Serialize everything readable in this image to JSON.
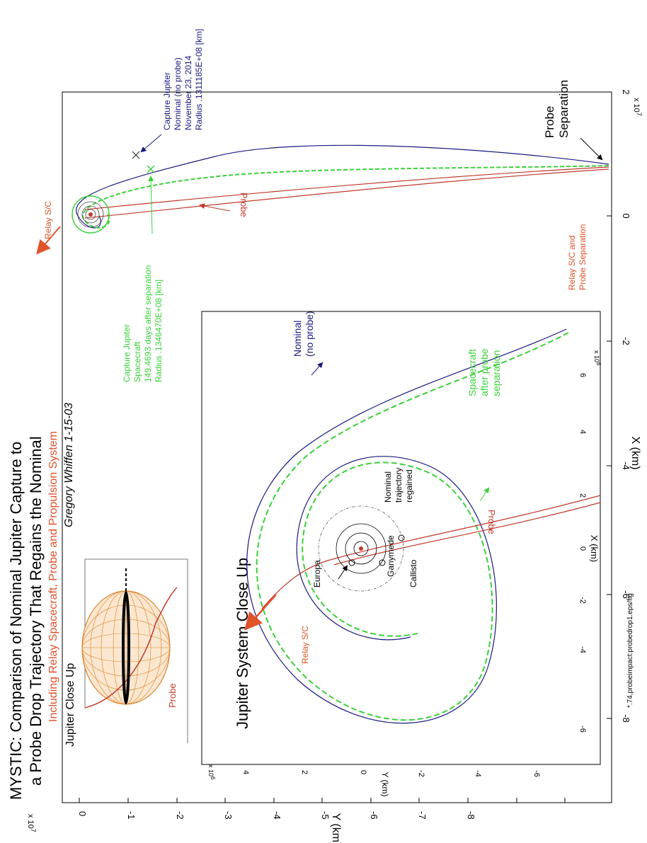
{
  "title_line1": "MYSTIC: Comparison of Nominal Jupiter Capture to",
  "title_line2": "a Probe Drop Trajectory That Regains the Nominal",
  "subtitle_including": "Including ",
  "subtitle_relay": "Relay Spacecraft",
  "subtitle_comma": ", ",
  "subtitle_probe": "Probe",
  "subtitle_and": " and ",
  "subtitle_propulsion": "Propulsion System",
  "author": "Gregory Whiffen 1-15-03",
  "main_plot": {
    "x_label": "X (km)",
    "y_label": "Y (km)",
    "x_ticks": [
      "-8",
      "-6",
      "-4",
      "-2",
      "0",
      "2"
    ],
    "y_ticks": [
      "0",
      "-1",
      "-2",
      "-3",
      "-4",
      "-5",
      "-6",
      "-7",
      "-8"
    ],
    "x_exponent": "x 10",
    "x_exponent_power": "7",
    "y_exponent": "x 10",
    "y_exponent_power": "7"
  },
  "annotations": {
    "probe_separation_1": "Probe",
    "probe_separation_2": "Separation",
    "capture_nominal_1": "Capture Jupiter",
    "capture_nominal_2": "Nominal (no probe)",
    "capture_nominal_3": "November 23, 2014",
    "capture_nominal_4": "Radius .1311185E+08 [km]",
    "capture_sc_1": "Capture Jupiter",
    "capture_sc_2": "Spacecraft",
    "capture_sc_3": "149.4693 days after separation",
    "capture_sc_4": "Radius .1346470E+08 [km]",
    "relay_sc": "Relay S/C",
    "probe": "Probe",
    "relay_probe_sep_1": "Relay S/C and",
    "relay_probe_sep_2": "Probe Separation"
  },
  "jupiter_closeup": {
    "title": "Jupiter Close Up",
    "probe_label": "Probe"
  },
  "inset": {
    "title": "Jupiter System Close Up",
    "x_label": "X (km)",
    "y_label": "Y (km)",
    "x_ticks": [
      "-6",
      "-4",
      "-2",
      "0",
      "2",
      "4",
      "6"
    ],
    "y_ticks": [
      "4",
      "2",
      "0",
      "-2",
      "-4",
      "-6"
    ],
    "exponent": "x 10",
    "exponent_power": "6",
    "nominal_1": "Nominal",
    "nominal_2": "(no probe)",
    "sc_sep_1": "Spacecraft",
    "sc_sep_2": "after probe",
    "sc_sep_3": "separation",
    "regained_1": "Nominal",
    "regained_2": "trajectory",
    "regained_3": "regained",
    "europa": "Europa",
    "ganymede": "Ganymede",
    "callisto": "Callisto",
    "probe": "Probe",
    "relay_sc": "Relay S/C"
  },
  "footer": "*.74,probeimpact:probedrop1.eps/fig",
  "colors": {
    "nominal": "#1a1a80",
    "spacecraft": "#3ad13a",
    "probe": "#c0392b",
    "relay": "#e0522a",
    "jupiter": "#d9822b",
    "black": "#000000"
  }
}
